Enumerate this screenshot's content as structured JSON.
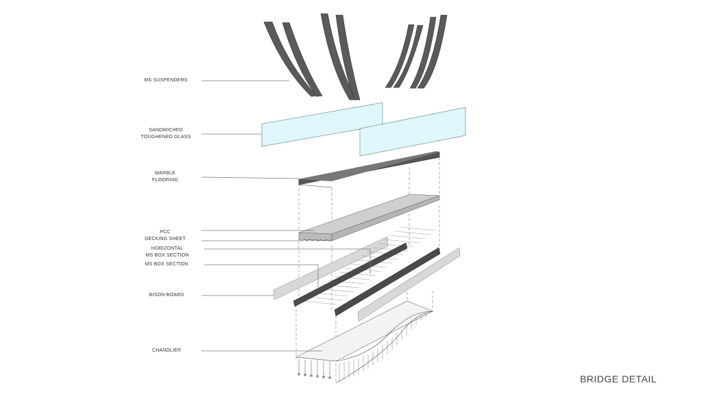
{
  "labels": {
    "ms_suspenders": "MS SUSPENDERS",
    "glass_line1": "SANDWICHED",
    "glass_line2": "TOUGHENED GLASS",
    "marble_line1": "MARBLE",
    "marble_line2": "FLOORING",
    "pcc_line1": "PCC",
    "pcc_line2": "DECKING SHEET",
    "horizontal_line1": "HORIZONTAL",
    "horizontal_line2": "MS BOX SECTION",
    "ms_box_section": "MS BOX SECTION",
    "bison_board": "BISON BOARD",
    "chandlier": "CHANDLIER"
  },
  "title": "BRIDGE DETAIL",
  "colors": {
    "steel": "#555555",
    "glass_fill": "#dff7fb",
    "glass_stroke": "#7a9aa0",
    "pcc": "#c8c8c8",
    "bison": "#d6d6d6",
    "leader": "#777777"
  }
}
